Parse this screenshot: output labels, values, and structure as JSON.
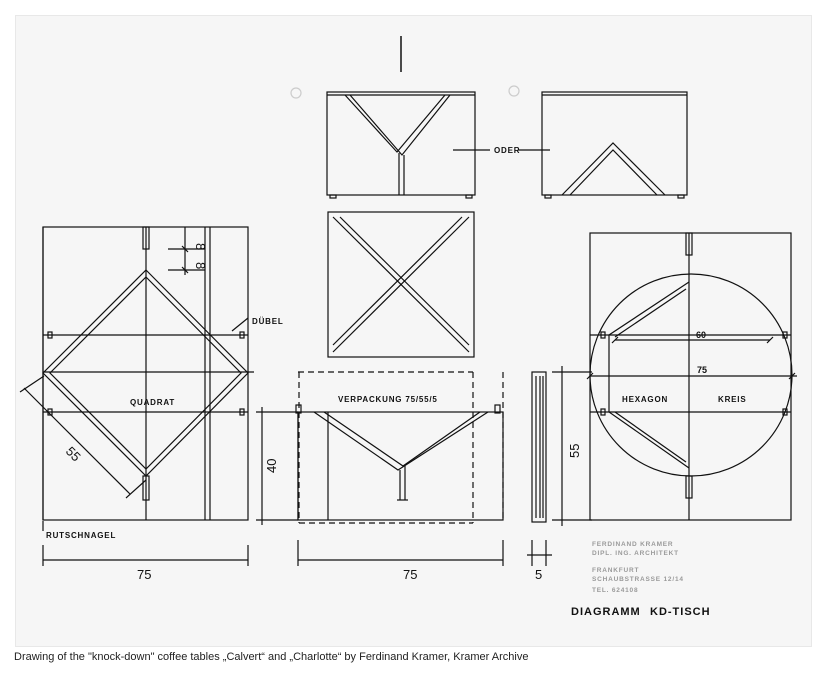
{
  "labels": {
    "oder": "ODER",
    "dubel": "DÜBEL",
    "quadrat": "QUADRAT",
    "verpackung": "VERPACKUNG  75/55/5",
    "hexagon": "HEXAGON",
    "kreis": "KREIS",
    "rutschnagel": "RUTSCHNAGEL"
  },
  "dimensions": {
    "d8a": "8",
    "d8b": "8",
    "d55_diag": "55",
    "d40": "40",
    "d55": "55",
    "d60": "60",
    "d75_circle": "75",
    "d75_left": "75",
    "d75_mid": "75",
    "d5": "5"
  },
  "stamp": {
    "line1": "FERDINAND KRAMER",
    "line2": "DIPL. ING. ARCHITEKT",
    "line3": "FRANKFURT",
    "line4": "SCHAUBSTRASSE 12/14",
    "line5": "TEL. 624108"
  },
  "title_block": {
    "diagramm": "DIAGRAMM",
    "kd_tisch": "KD-TISCH"
  },
  "caption": "Drawing of the \"knock-down\" coffee tables „Calvert“ and „Charlotte“ by Ferdinand Kramer, Kramer Archive"
}
